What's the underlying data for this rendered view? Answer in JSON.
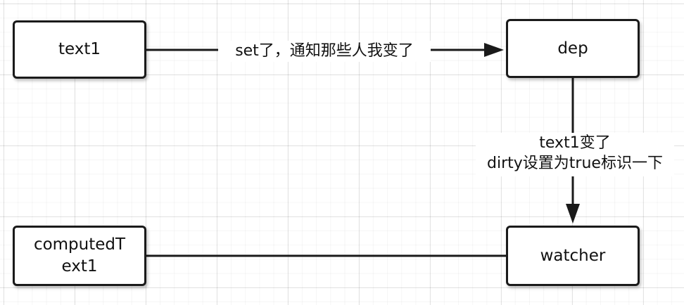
{
  "nodes": {
    "text1": "text1",
    "dep": "dep",
    "computed": "computedText1",
    "watcher": "watcher"
  },
  "edges": {
    "text1_to_dep": "set了，通知那些人我变了",
    "dep_to_watcher": {
      "line1": "text1变了",
      "line2": "dirty设置为true标识一下"
    }
  },
  "colors": {
    "stroke": "#1a1a1a",
    "background": "#ffffff",
    "grid": "#e6e6e6"
  }
}
